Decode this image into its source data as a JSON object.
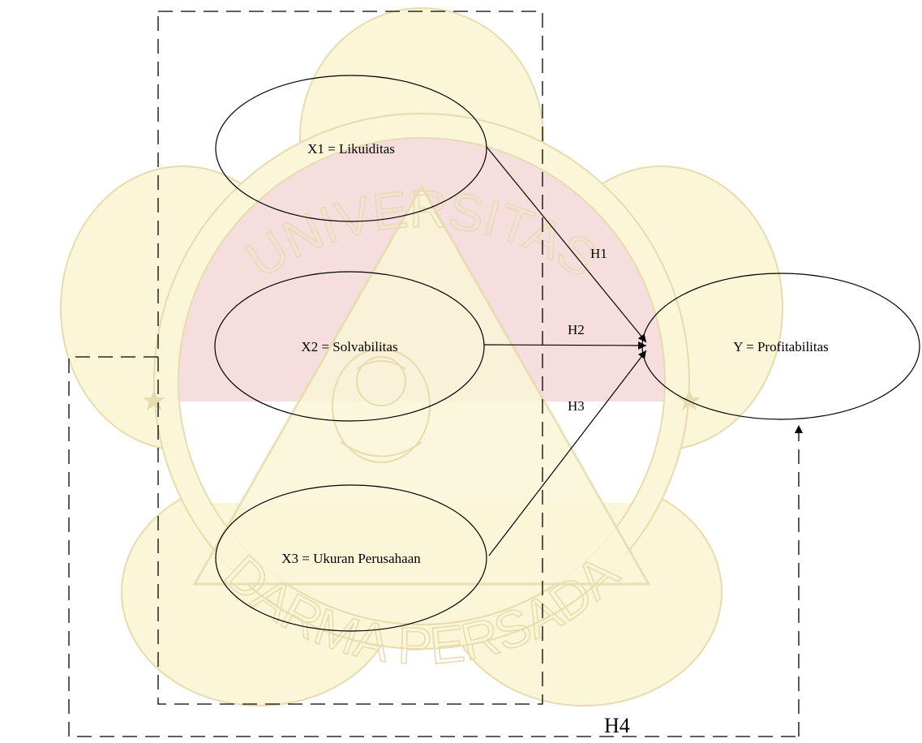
{
  "nodes": {
    "x1": {
      "label": "X1 = Likuiditas"
    },
    "x2": {
      "label": "X2 = Solvabilitas"
    },
    "x3": {
      "label": "X3 = Ukuran Perusahaan"
    },
    "y": {
      "label": "Y = Profitabilitas"
    }
  },
  "edges": {
    "h1": {
      "label": "H1"
    },
    "h2": {
      "label": "H2"
    },
    "h3": {
      "label": "H3"
    },
    "h4": {
      "label": "H4"
    }
  },
  "watermark": {
    "top_text": "UNIVERSITAS",
    "bottom_text": "DARMA PERSADA",
    "colors": {
      "cream": "#fbf6d8",
      "outline": "#e6dcae",
      "red": "#f7dede"
    }
  }
}
